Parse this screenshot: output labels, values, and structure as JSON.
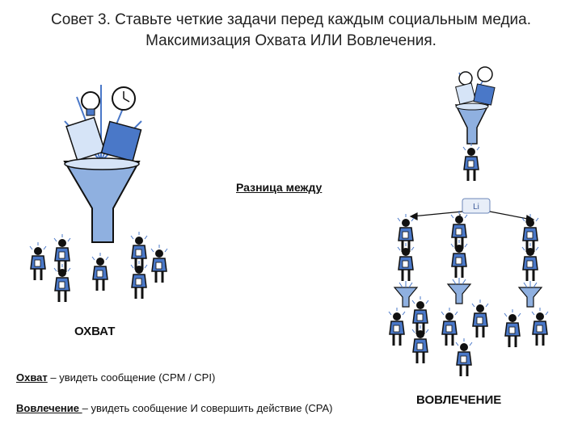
{
  "header": {
    "line1": "Совет 3. Ставьте четкие задачи перед каждым социальным медиа.",
    "line2": "Максимизация Охвата ИЛИ Вовлечения."
  },
  "diagram": {
    "difference_label": "Разница между",
    "reach_label": "ОХВАТ",
    "engagement_label": "ВОВЛЕЧЕНИЕ",
    "like_badge": "Li"
  },
  "definitions": {
    "reach_term": "Охват",
    "reach_text": " – увидеть сообщение (CPM / CPI)",
    "engagement_term": "Вовлечение ",
    "engagement_text": "– увидеть сообщение И совершить действие (CPA)"
  },
  "colors": {
    "figure_shirt": "#4a78c8",
    "figure_dark": "#111111",
    "funnel": "#8fb0e0",
    "funnel_light": "#d6e4f7"
  }
}
